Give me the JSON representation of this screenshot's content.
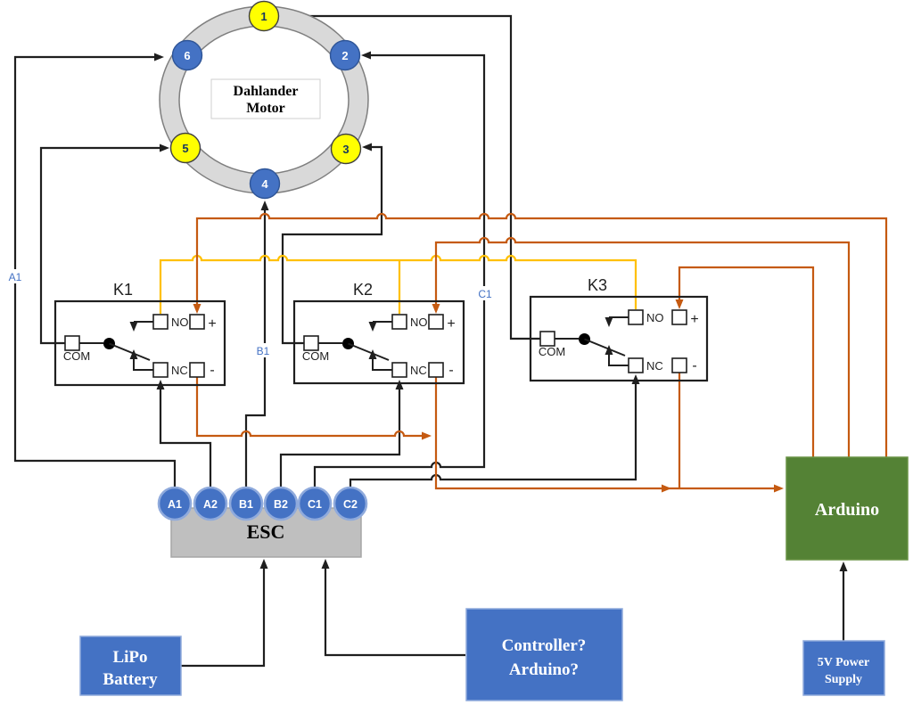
{
  "motor": {
    "name_lines": [
      "Dahlander",
      "Motor"
    ],
    "terminals": [
      {
        "id": "1",
        "color": "yellow"
      },
      {
        "id": "2",
        "color": "blue"
      },
      {
        "id": "3",
        "color": "yellow"
      },
      {
        "id": "4",
        "color": "blue"
      },
      {
        "id": "5",
        "color": "yellow"
      },
      {
        "id": "6",
        "color": "blue"
      }
    ]
  },
  "relays": [
    {
      "name": "K1",
      "com": "COM",
      "no": "NO",
      "nc": "NC",
      "plus": "+",
      "minus": "-"
    },
    {
      "name": "K2",
      "com": "COM",
      "no": "NO",
      "nc": "NC",
      "plus": "+",
      "minus": "-"
    },
    {
      "name": "K3",
      "com": "COM",
      "no": "NO",
      "nc": "NC",
      "plus": "+",
      "minus": "-"
    }
  ],
  "esc": {
    "label": "ESC",
    "ports": [
      "A1",
      "A2",
      "B1",
      "B2",
      "C1",
      "C2"
    ]
  },
  "wire_labels": {
    "a1": "A1",
    "b1": "B1",
    "c1": "C1"
  },
  "lipo": {
    "lines": [
      "LiPo",
      "Battery"
    ]
  },
  "controller": {
    "lines": [
      "Controller?",
      "Arduino?"
    ]
  },
  "arduino": {
    "label": "Arduino"
  },
  "psu": {
    "lines": [
      "5V Power",
      "Supply"
    ]
  },
  "colors": {
    "wire_black": "#1f1f1f",
    "wire_orange": "#C55A11",
    "wire_yellow": "#FFC000",
    "node_blue": "#4472C4",
    "node_yellow": "#FFFF00",
    "box_blue": "#4472C4",
    "box_green": "#548235",
    "box_gray": "#BFBFBF",
    "label_blue": "#4472C4"
  }
}
